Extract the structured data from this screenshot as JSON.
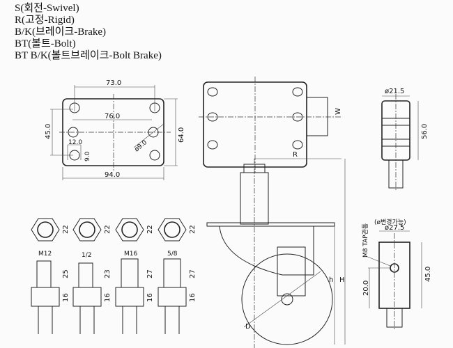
{
  "legend": [
    "S(회전-Swivel)",
    "R(고정-Rigid)",
    "B/K(브레이크-Brake)",
    "BT(볼트-Bolt)",
    "BT B/K(볼트브레이크-Bolt Brake)"
  ],
  "plate": {
    "width_holes": "73.0",
    "inner": "76.0",
    "outer_width": "94.0",
    "outer_height": "64.0",
    "hole_pitch_v": "45.0",
    "slot_w": "12.0",
    "slot_h": "9.0",
    "hole_dia": "ø9.0"
  },
  "top_view": {
    "w_label": "W"
  },
  "stem": {
    "dia": "ø21.5",
    "height": "56.0"
  },
  "caster": {
    "r_label": "R",
    "h_label": "h",
    "H_label": "H",
    "d_label": "D"
  },
  "nuts": [
    {
      "hex": "22",
      "thread": "M12",
      "len": "25",
      "nut": "16"
    },
    {
      "hex": "22",
      "thread": "1/2",
      "len": "23",
      "nut": "16"
    },
    {
      "hex": "22",
      "thread": "M16",
      "len": "27",
      "nut": "16"
    },
    {
      "hex": "22",
      "thread": "5/8",
      "len": "27",
      "nut": "16"
    }
  ],
  "socket": {
    "note": "(ø변경가능)",
    "dia": "ø27.5",
    "tap": "M8 TAP관통",
    "height": "45.0",
    "hole_height": "20.0"
  }
}
